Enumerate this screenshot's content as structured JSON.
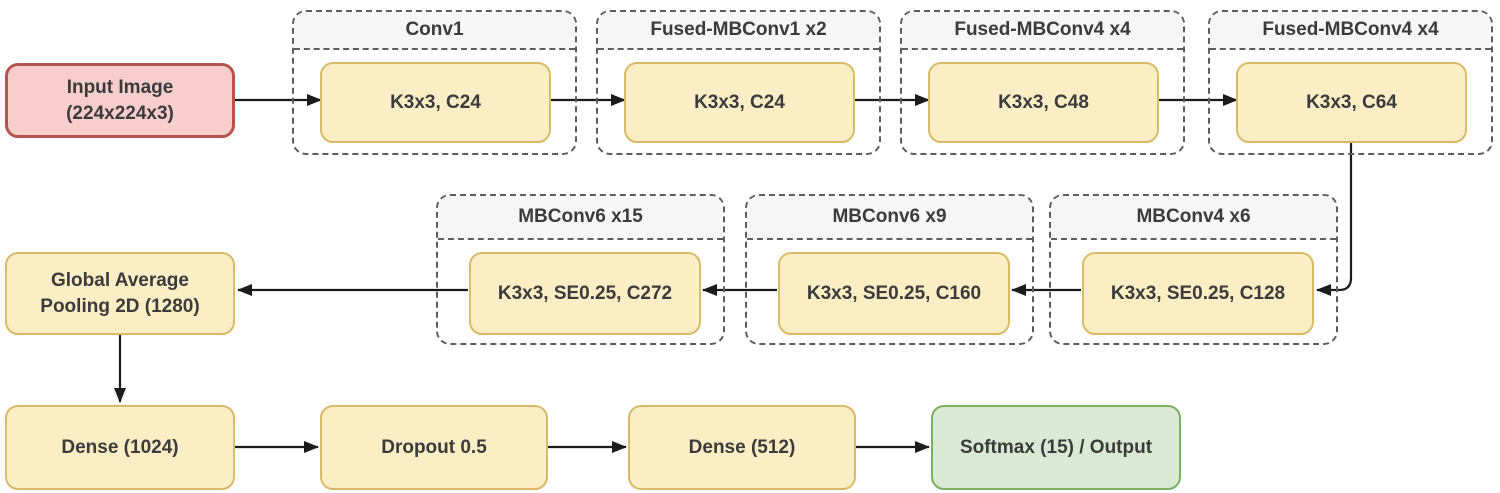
{
  "colors": {
    "background": "#ffffff",
    "input_fill": "#f8cecc",
    "input_border": "#b85450",
    "layer_fill": "#fbeec4",
    "layer_border": "#d9ba68",
    "output_fill": "#d9e9d4",
    "output_border": "#7daf63",
    "stage_header_fill": "#f6f6f7",
    "stage_dash": "#5d5d5d",
    "text": "#3b3b3b",
    "arrow": "#1b1b1b"
  },
  "nodes": {
    "input": {
      "line1": "Input Image",
      "line2": "(224x224x3)"
    },
    "gap": {
      "line1": "Global Average",
      "line2": "Pooling 2D (1280)"
    },
    "dense1": {
      "label": "Dense (1024)"
    },
    "dropout": {
      "label": "Dropout 0.5"
    },
    "dense2": {
      "label": "Dense (512)"
    },
    "output": {
      "label": "Softmax (15) / Output"
    }
  },
  "stages_row1": [
    {
      "header": "Conv1",
      "body": "K3x3, C24"
    },
    {
      "header": "Fused-MBConv1 x2",
      "body": "K3x3, C24"
    },
    {
      "header": "Fused-MBConv4 x4",
      "body": "K3x3, C48"
    },
    {
      "header": "Fused-MBConv4 x4",
      "body": "K3x3, C64"
    }
  ],
  "stages_row2": [
    {
      "header": "MBConv6 x15",
      "body": "K3x3, SE0.25, C272"
    },
    {
      "header": "MBConv6 x9",
      "body": "K3x3, SE0.25, C160"
    },
    {
      "header": "MBConv4 x6",
      "body": "K3x3, SE0.25, C128"
    }
  ]
}
